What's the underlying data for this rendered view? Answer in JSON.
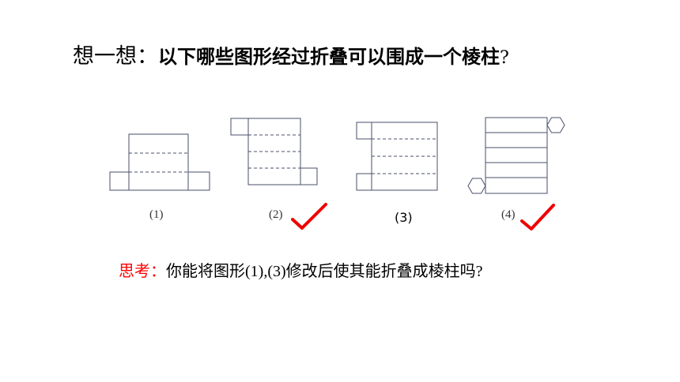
{
  "title": {
    "lead": "想一想：",
    "body": "以下哪些图形经过折叠可以围成一个棱柱",
    "mark": "?"
  },
  "figures": [
    {
      "caption": "(1)",
      "correct": false
    },
    {
      "caption": "(2)",
      "correct": true
    },
    {
      "caption": "(3)",
      "correct": false
    },
    {
      "caption": "(4)",
      "correct": true
    }
  ],
  "colors": {
    "check": "#ee0000",
    "think": "#ff0000",
    "line": "#4a4f6b"
  },
  "think": {
    "label": "思考：",
    "part1": "你能将图形",
    "part2": "(1),(3)",
    "part3": "修改后使其能折叠成棱柱吗",
    "mark": "?"
  }
}
